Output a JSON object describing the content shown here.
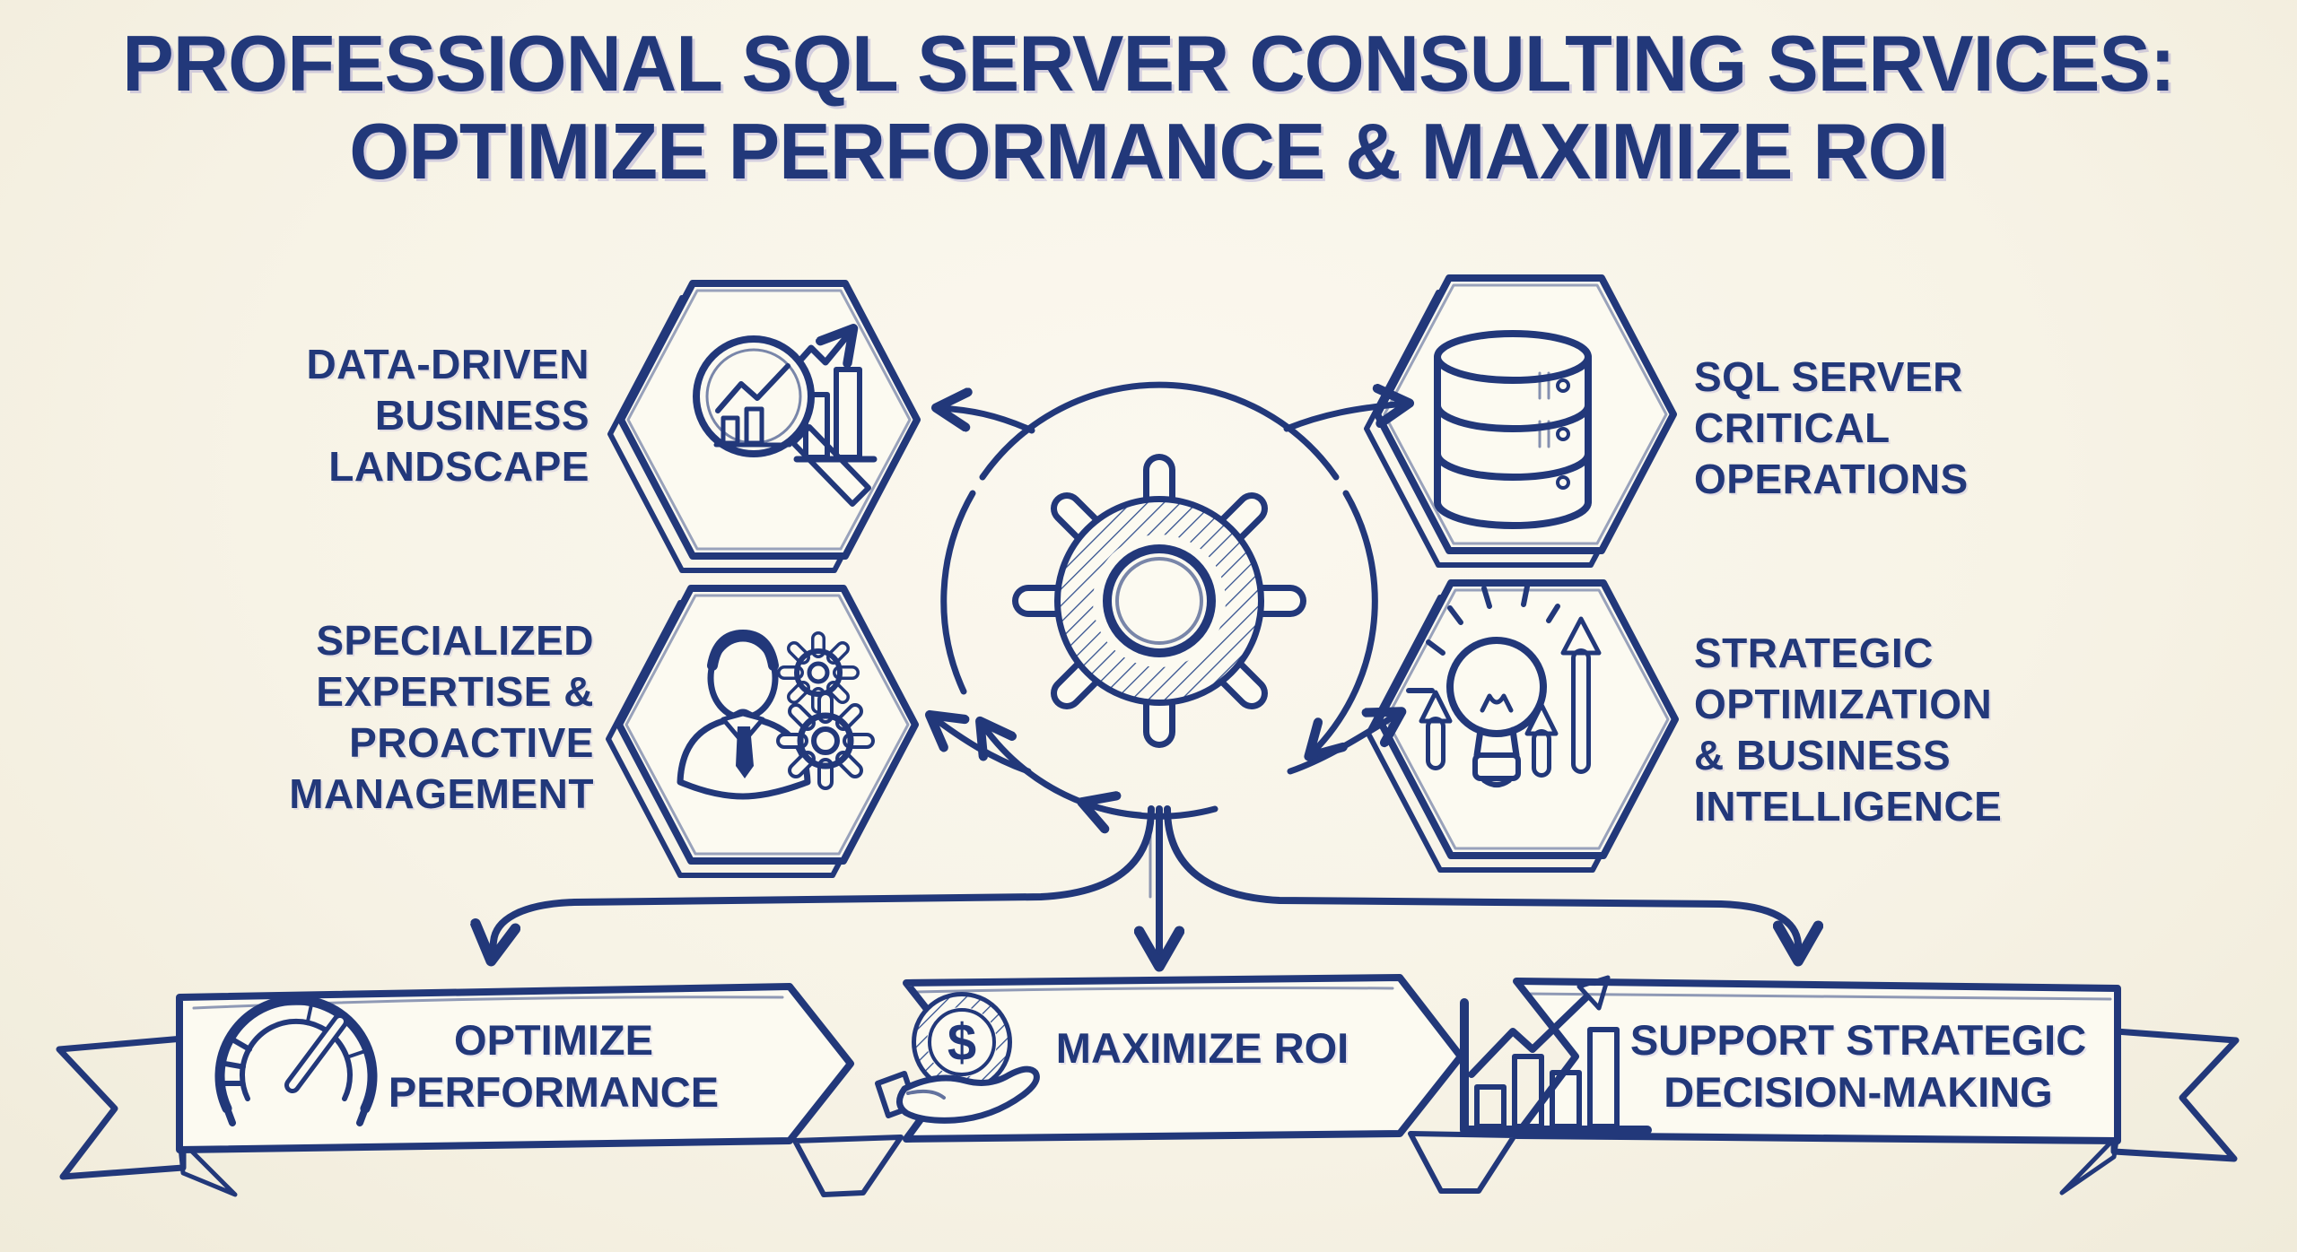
{
  "title": {
    "line1": "PROFESSIONAL SQL SERVER CONSULTING SERVICES:",
    "line2": "OPTIMIZE PERFORMANCE & MAXIMIZE ROI"
  },
  "colors": {
    "ink": "#22387a",
    "background": "#f7f3e6",
    "panel": "#fcfaf1"
  },
  "hexagons": [
    {
      "id": "data-driven-business-landscape",
      "icon": "magnifier-chart-icon",
      "label": "DATA-DRIVEN\nBUSINESS\nLANDSCAPE"
    },
    {
      "id": "sql-server-critical-operations",
      "icon": "database-icon",
      "label": "SQL SERVER\nCRITICAL\nOPERATIONS"
    },
    {
      "id": "specialized-expertise-proactive-management",
      "icon": "consultant-gears-icon",
      "label": "SPECIALIZED\nEXPERTISE &\nPROACTIVE\nMANAGEMENT"
    },
    {
      "id": "strategic-optimization-business-intelligence",
      "icon": "lightbulb-growth-icon",
      "label": "STRATEGIC\nOPTIMIZATION\n& BUSINESS\nINTELLIGENCE"
    }
  ],
  "center": {
    "icon": "gear-icon"
  },
  "banner": {
    "segments": [
      {
        "icon": "speedometer-icon",
        "label": "OPTIMIZE\nPERFORMANCE"
      },
      {
        "icon": "coin-hand-icon",
        "coin_symbol": "$",
        "label": "MAXIMIZE ROI"
      },
      {
        "icon": "bar-chart-growth-icon",
        "label": "SUPPORT STRATEGIC\nDECISION-MAKING"
      }
    ]
  }
}
